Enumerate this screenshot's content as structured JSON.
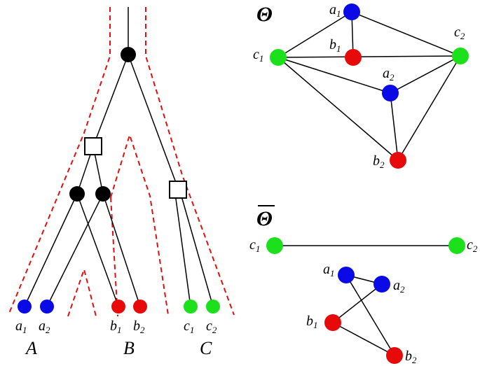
{
  "tree": {
    "leaves": [
      {
        "id": "a1",
        "letter": "a",
        "sub": "1",
        "color": "#0a0ae6"
      },
      {
        "id": "a2",
        "letter": "a",
        "sub": "2",
        "color": "#0a0ae6"
      },
      {
        "id": "b1",
        "letter": "b",
        "sub": "1",
        "color": "#e60a0a"
      },
      {
        "id": "b2",
        "letter": "b",
        "sub": "2",
        "color": "#e60a0a"
      },
      {
        "id": "c1",
        "letter": "c",
        "sub": "1",
        "color": "#1de01d"
      },
      {
        "id": "c2",
        "letter": "c",
        "sub": "2",
        "color": "#1de01d"
      }
    ],
    "groups": [
      "A",
      "B",
      "C"
    ]
  },
  "theta": {
    "title": "Θ",
    "nodes": [
      {
        "id": "a1",
        "letter": "a",
        "sub": "1"
      },
      {
        "id": "b1",
        "letter": "b",
        "sub": "1"
      },
      {
        "id": "c1",
        "letter": "c",
        "sub": "1"
      },
      {
        "id": "c2",
        "letter": "c",
        "sub": "2"
      },
      {
        "id": "a2",
        "letter": "a",
        "sub": "2"
      },
      {
        "id": "b2",
        "letter": "b",
        "sub": "2"
      }
    ],
    "edges": [
      [
        "a1",
        "b1"
      ],
      [
        "a1",
        "c1"
      ],
      [
        "a1",
        "c2"
      ],
      [
        "c1",
        "b1"
      ],
      [
        "b1",
        "c2"
      ],
      [
        "c1",
        "a2"
      ],
      [
        "c1",
        "b2"
      ],
      [
        "a2",
        "c2"
      ],
      [
        "a2",
        "b2"
      ],
      [
        "b2",
        "c2"
      ]
    ]
  },
  "theta_bar": {
    "title": "Θ",
    "nodes": [
      {
        "id": "c1",
        "letter": "c",
        "sub": "1"
      },
      {
        "id": "c2",
        "letter": "c",
        "sub": "2"
      },
      {
        "id": "a1",
        "letter": "a",
        "sub": "1"
      },
      {
        "id": "a2",
        "letter": "a",
        "sub": "2"
      },
      {
        "id": "b1",
        "letter": "b",
        "sub": "1"
      },
      {
        "id": "b2",
        "letter": "b",
        "sub": "2"
      }
    ],
    "edges": [
      [
        "c1",
        "c2"
      ],
      [
        "a1",
        "a2"
      ],
      [
        "a1",
        "b2"
      ],
      [
        "a2",
        "b1"
      ],
      [
        "b1",
        "b2"
      ]
    ]
  }
}
